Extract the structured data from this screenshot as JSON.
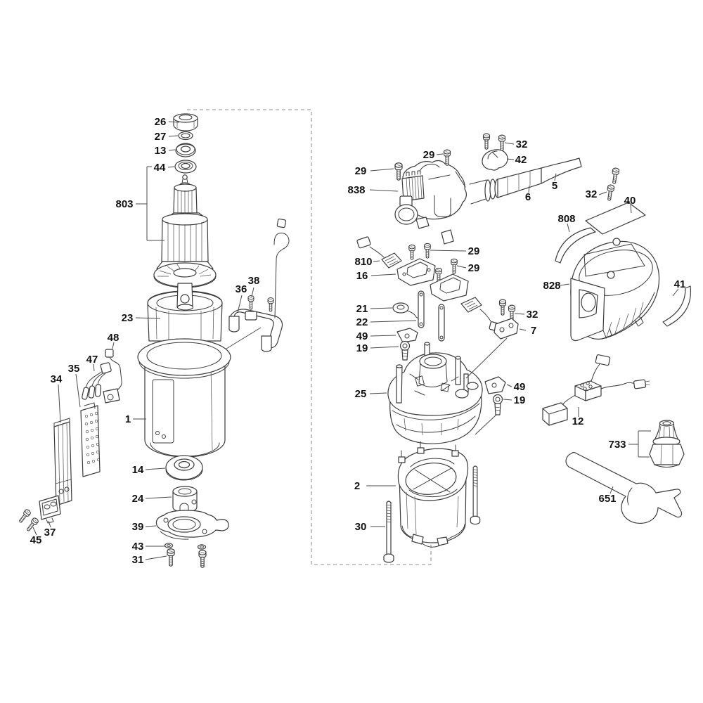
{
  "figure": {
    "type": "exploded-parts-diagram",
    "background": "#ffffff",
    "ink": "#3b3b3b",
    "label_ink": "#121212",
    "dash_link": "#8f8f8f"
  },
  "labels": {
    "p26": "26",
    "p27": "27",
    "p13": "13",
    "p44": "44",
    "p803": "803",
    "p23": "23",
    "p36": "36",
    "p38": "38",
    "p48": "48",
    "p47": "47",
    "p35": "35",
    "p34": "34",
    "p1": "1",
    "p14": "14",
    "p24": "24",
    "p39": "39",
    "p43": "43",
    "p31": "31",
    "p37": "37",
    "p45": "45",
    "p29a": "29",
    "p29b": "29",
    "p838": "838",
    "p32a": "32",
    "p42": "42",
    "p5": "5",
    "p6": "6",
    "p808": "808",
    "p40": "40",
    "p32b": "32",
    "p810": "810",
    "p16": "16",
    "p29c": "29",
    "p29d": "29",
    "p21": "21",
    "p22": "22",
    "p49a": "49",
    "p19a": "19",
    "p32c": "32",
    "p7": "7",
    "p828": "828",
    "p41": "41",
    "p25": "25",
    "p49b": "49",
    "p19b": "19",
    "p2": "2",
    "p30": "30",
    "p12": "12",
    "p733": "733",
    "p651": "651"
  }
}
